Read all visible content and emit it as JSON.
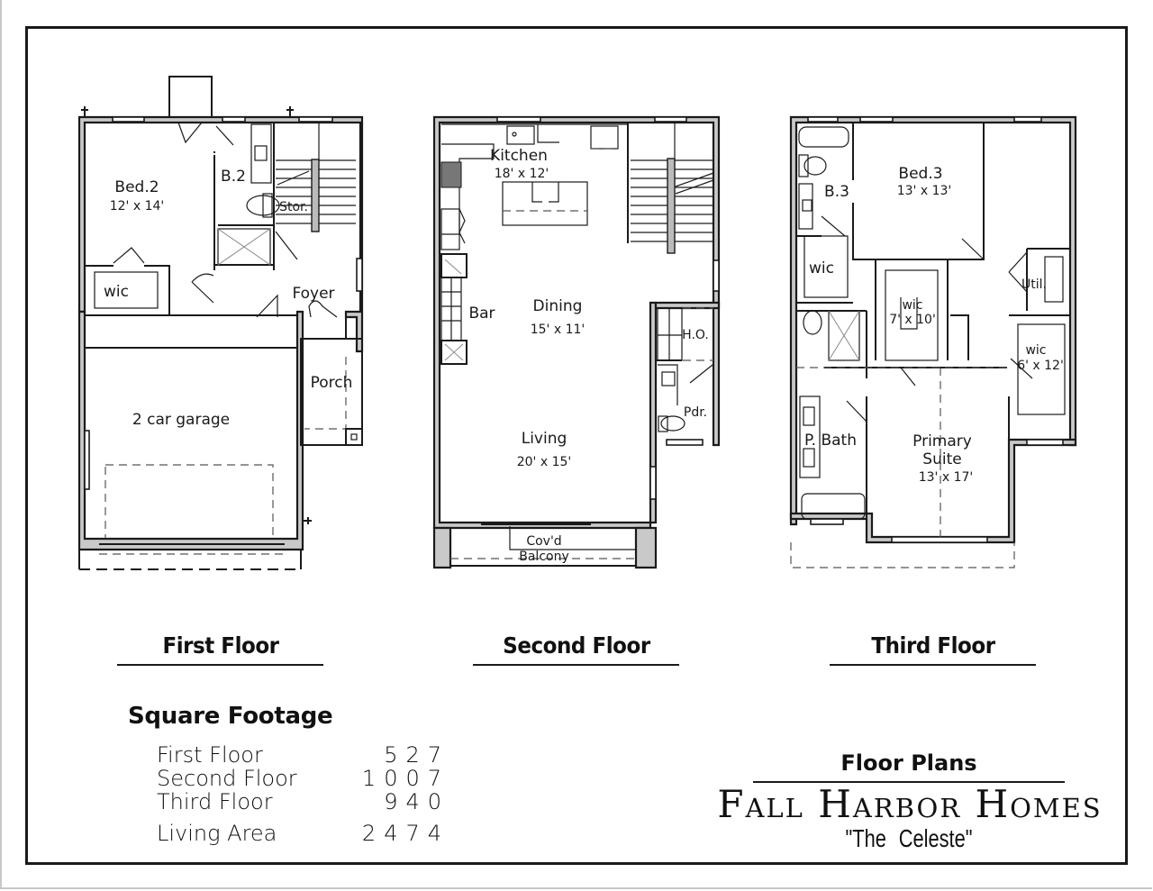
{
  "sheet": {
    "brand": "Fall Harbor Homes",
    "model_name": "\"The  Celeste\"",
    "section_title": "Floor Plans"
  },
  "floors": [
    {
      "heading": "First Floor",
      "rooms": [
        {
          "name": "Bed.2",
          "dims": "12' x 14'"
        },
        {
          "name": "B.2",
          "dims": ""
        },
        {
          "name": "Stor.",
          "dims": ""
        },
        {
          "name": "wic",
          "dims": ""
        },
        {
          "name": "Foyer",
          "dims": ""
        },
        {
          "name": "Porch",
          "dims": ""
        },
        {
          "name": "2 car garage",
          "dims": ""
        }
      ]
    },
    {
      "heading": "Second Floor",
      "rooms": [
        {
          "name": "Kitchen",
          "dims": "18' x 12'"
        },
        {
          "name": "Bar",
          "dims": ""
        },
        {
          "name": "Dining",
          "dims": "15' x 11'"
        },
        {
          "name": "H.O.",
          "dims": ""
        },
        {
          "name": "Pdr.",
          "dims": ""
        },
        {
          "name": "Living",
          "dims": "20' x 15'"
        },
        {
          "name": "Cov'd",
          "dims": "Balcony"
        }
      ]
    },
    {
      "heading": "Third Floor",
      "rooms": [
        {
          "name": "Bed.3",
          "dims": "13' x 13'"
        },
        {
          "name": "B.3",
          "dims": ""
        },
        {
          "name": "wic",
          "dims": ""
        },
        {
          "name": "wic",
          "dims": "7' x 10'"
        },
        {
          "name": "Util.",
          "dims": ""
        },
        {
          "name": "wic",
          "dims": "6' x 12'"
        },
        {
          "name": "P. Bath",
          "dims": ""
        },
        {
          "name": "Primary",
          "dims": "Suite"
        },
        {
          "name": "",
          "dims": "13' x 17'"
        }
      ]
    }
  ],
  "square_footage": {
    "title": "Square Footage",
    "rows": [
      {
        "label": "First Floor",
        "value": "527"
      },
      {
        "label": "Second Floor",
        "value": "1007"
      },
      {
        "label": "Third Floor",
        "value": "940"
      },
      {
        "label": "Living Area",
        "value": "2474"
      }
    ]
  }
}
